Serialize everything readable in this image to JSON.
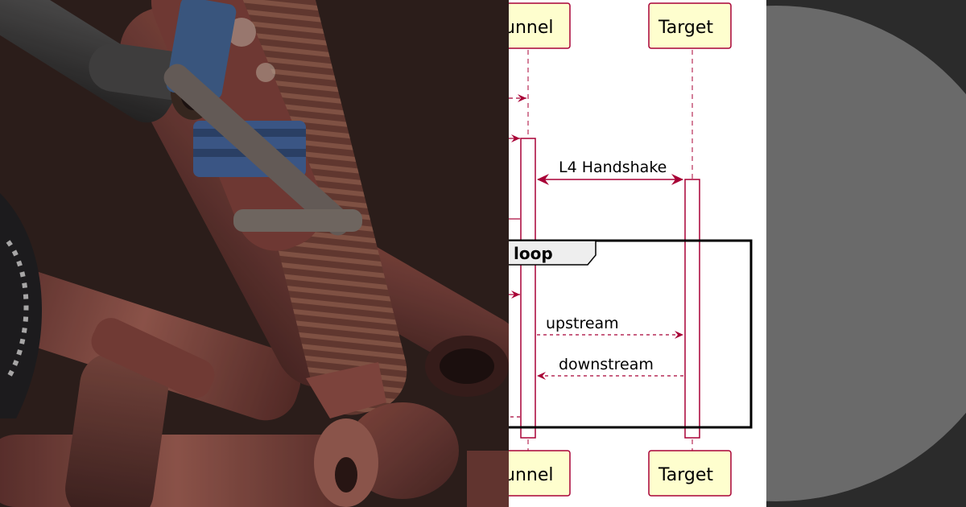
{
  "diagram": {
    "participants": {
      "left_top": "unnel",
      "right_top": "Target",
      "left_bottom": "unnel",
      "right_bottom": "Target"
    },
    "messages": {
      "handshake": "L4 Handshake",
      "upstream": "upstream",
      "downstream": "downstream"
    },
    "loop_label": "loop"
  },
  "colors": {
    "participant_fill": "#fefece",
    "participant_border": "#a80036",
    "arrow": "#a80036",
    "activation_border": "#a80036",
    "loop_border": "#000000",
    "disc": "#6a6a6a",
    "disc_bg": "#2b2b2b"
  },
  "icons": {
    "photo": "rusty-pipes-photo",
    "disc": "grey-disc-shape"
  }
}
